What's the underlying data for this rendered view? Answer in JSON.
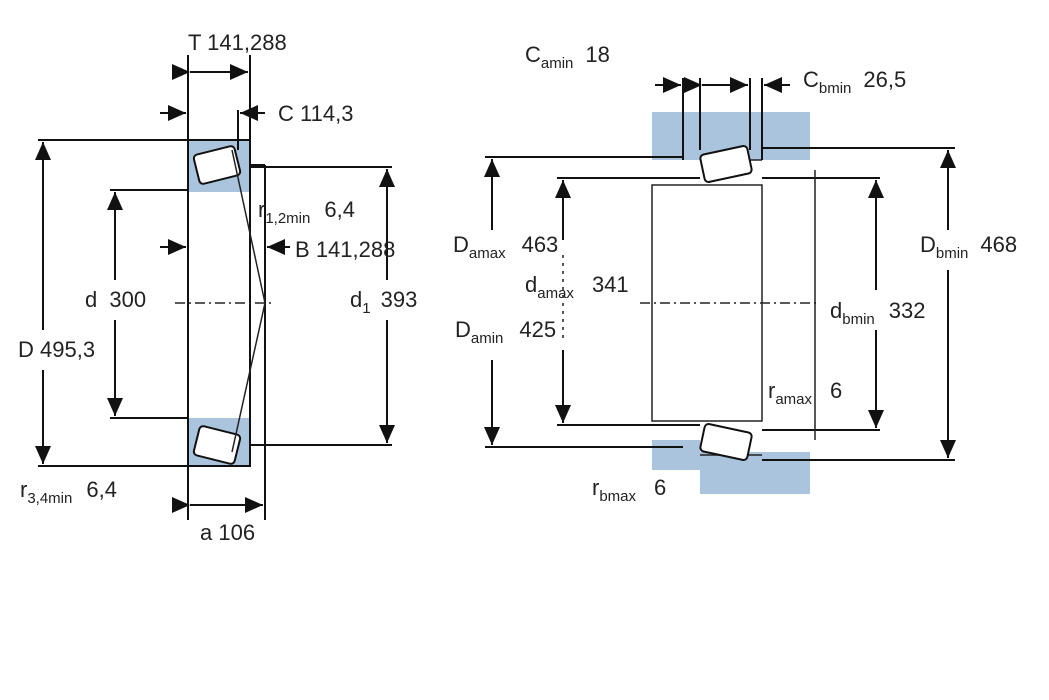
{
  "left": {
    "T": {
      "label": "T",
      "value": "141,288"
    },
    "C": {
      "label": "C",
      "value": "114,3"
    },
    "r12": {
      "label": "r",
      "sub": "1,2min",
      "value": "6,4"
    },
    "B": {
      "label": "B",
      "value": "141,288"
    },
    "d": {
      "label": "d",
      "value": "300"
    },
    "d1": {
      "label": "d",
      "sub": "1",
      "value": "393"
    },
    "D": {
      "label": "D",
      "value": "495,3"
    },
    "r34": {
      "label": "r",
      "sub": "3,4min",
      "value": "6,4"
    },
    "a": {
      "label": "a",
      "value": "106"
    }
  },
  "right": {
    "Ca": {
      "label": "C",
      "sub": "amin",
      "value": "18"
    },
    "Cb": {
      "label": "C",
      "sub": "bmin",
      "value": "26,5"
    },
    "Damax": {
      "label": "D",
      "sub": "amax",
      "value": "463"
    },
    "damax": {
      "label": "d",
      "sub": "amax",
      "value": "341"
    },
    "Damin": {
      "label": "D",
      "sub": "amin",
      "value": "425"
    },
    "Dbmin": {
      "label": "D",
      "sub": "bmin",
      "value": "468"
    },
    "dbmin": {
      "label": "d",
      "sub": "bmin",
      "value": "332"
    },
    "ramax": {
      "label": "r",
      "sub": "amax",
      "value": "6"
    },
    "rbmax": {
      "label": "r",
      "sub": "bmax",
      "value": "6"
    }
  },
  "colors": {
    "housing": "#a9c4dc",
    "line": "#111111"
  }
}
